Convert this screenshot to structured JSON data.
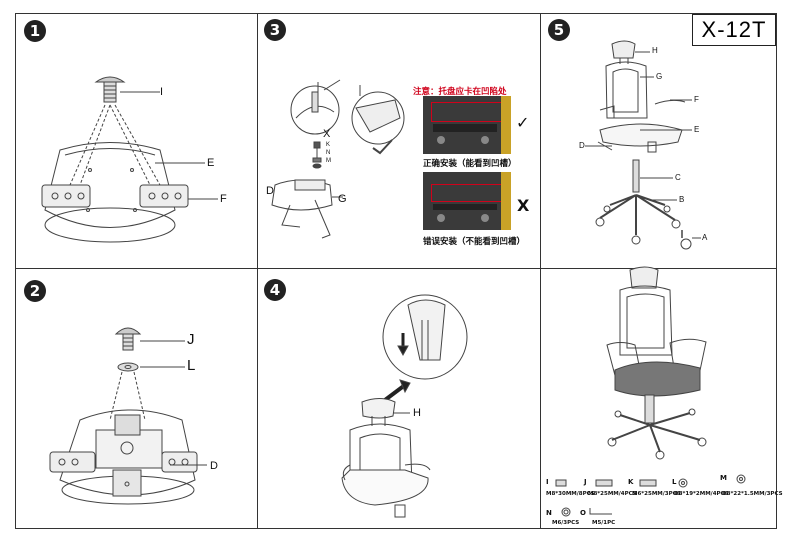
{
  "model": "X-12T",
  "steps": {
    "s1": "1",
    "s2": "2",
    "s3": "3",
    "s4": "4",
    "s5": "5"
  },
  "panel1": {
    "bolt_label": "I",
    "seat_label": "E",
    "arm_label": "F"
  },
  "panel2": {
    "bolt_label": "J",
    "washer_label": "L",
    "mech_label": "D"
  },
  "panel3": {
    "label_x": "X",
    "label_k": "K",
    "label_n": "N",
    "label_m": "M",
    "label_d": "D",
    "label_g": "G",
    "note": "注意：托盘应卡在凹陷处",
    "correct": "正确安装（能看到凹槽）",
    "wrong": "错误安装（不能看到凹槽）",
    "mark_right": "✓",
    "mark_wrong": "X"
  },
  "panel4": {
    "headrest_label": "H"
  },
  "panel5": {
    "label_h": "H",
    "label_g": "G",
    "label_f": "F",
    "label_e": "E",
    "label_d": "D",
    "label_c": "C",
    "label_b": "B",
    "label_a": "A"
  },
  "parts": {
    "i": "I",
    "j": "J",
    "k": "K",
    "l": "L",
    "m": "M",
    "n": "N",
    "o": "O",
    "i_spec": "M8*30MM/8PCS",
    "j_spec": "M8*25MM/4PCS",
    "k_spec": "M6*25MM/3PCS",
    "l_spec": "Φ8*19*2MM/4PCS",
    "m_spec": "Φ8*22*1.5MM/3PCS",
    "n_spec": "M6/3PCS",
    "o_spec": "M5/1PC"
  }
}
